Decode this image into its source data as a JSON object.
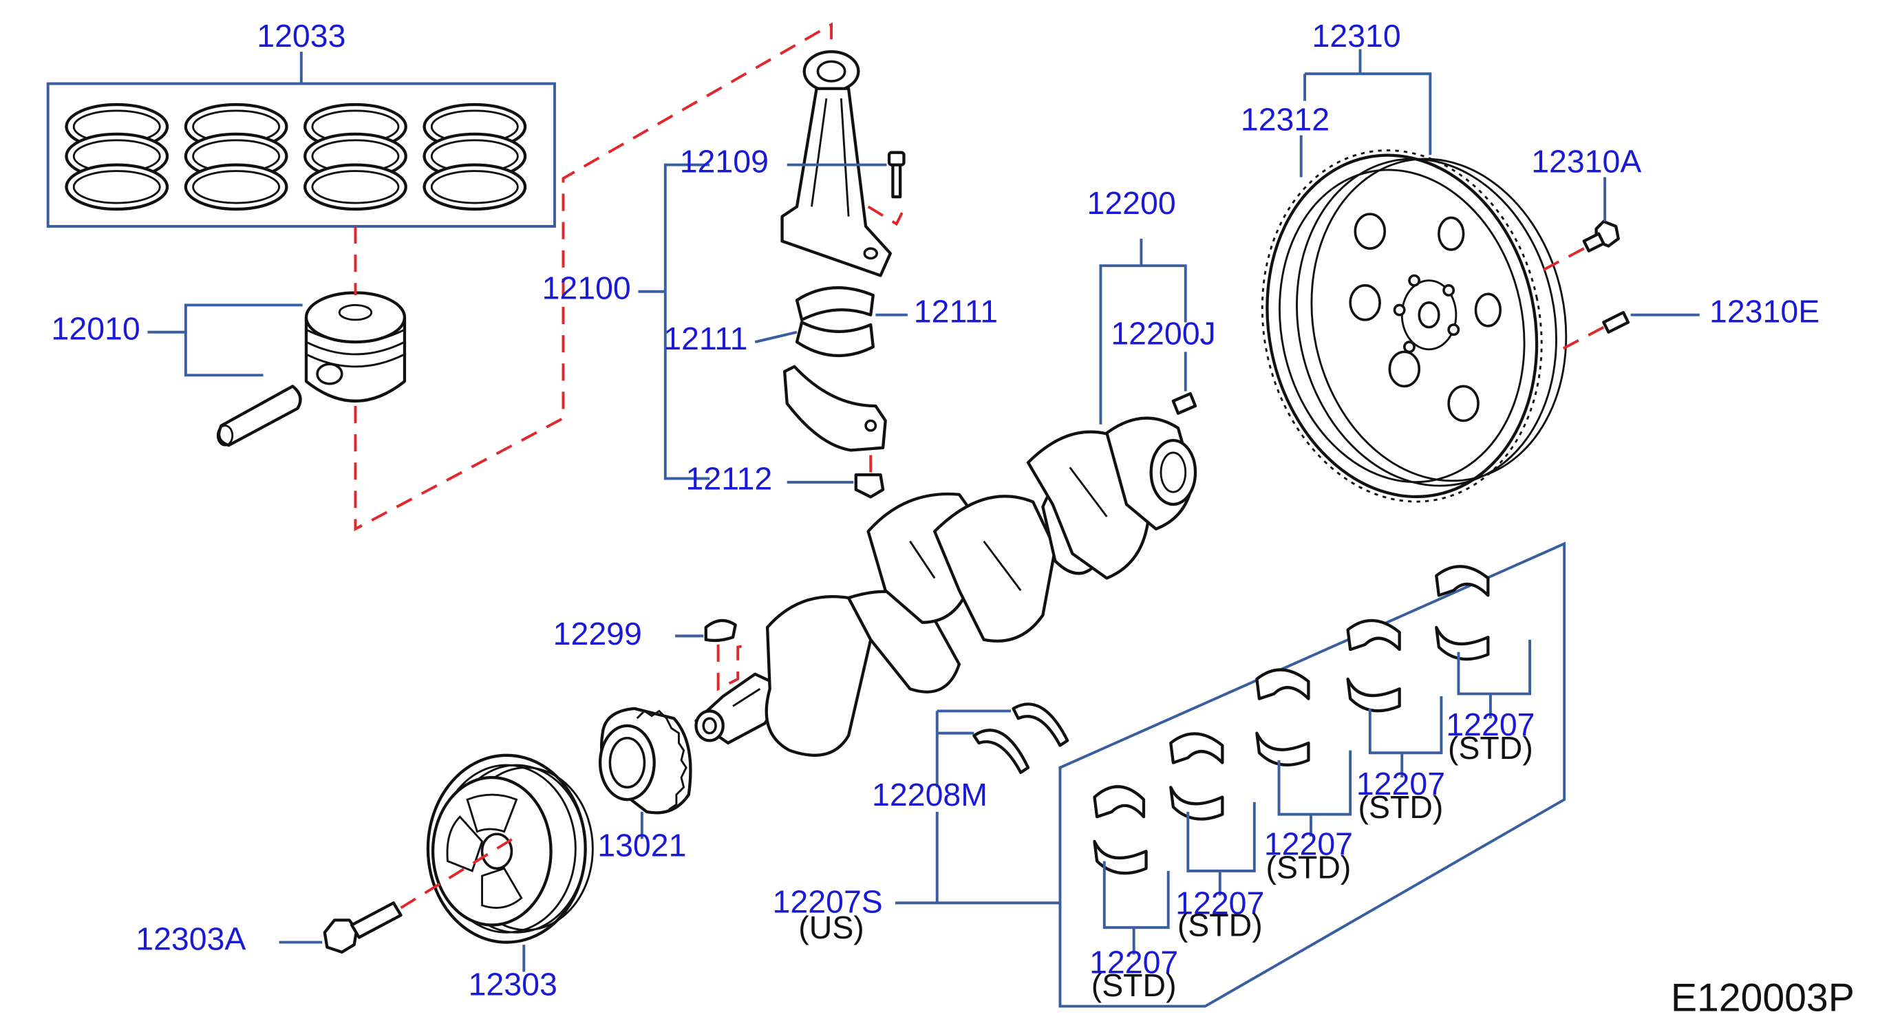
{
  "diagram_code": "E120003P",
  "parts": {
    "p12033": "12033",
    "p12010": "12010",
    "p12109": "12109",
    "p12100": "12100",
    "p12111_left": "12111",
    "p12111_right": "12111",
    "p12112": "12112",
    "p12200": "12200",
    "p12200J": "12200J",
    "p12310": "12310",
    "p12312": "12312",
    "p12310A": "12310A",
    "p12310E": "12310E",
    "p12299": "12299",
    "p13021": "13021",
    "p12303A": "12303A",
    "p12303": "12303",
    "p12208M": "12208M",
    "p12207S": "12207S",
    "p12207_1": "12207",
    "p12207_2": "12207",
    "p12207_3": "12207",
    "p12207_4": "12207",
    "p12207_5": "12207"
  },
  "notes": {
    "us": "(US)",
    "std_1": "(STD)",
    "std_2": "(STD)",
    "std_3": "(STD)",
    "std_4": "(STD)",
    "std_5": "(STD)"
  },
  "colors": {
    "part_number": "#1a1ad6",
    "leader_line": "#3a5fa0",
    "dashed_guide": "#e0282d",
    "outline": "#111111"
  }
}
